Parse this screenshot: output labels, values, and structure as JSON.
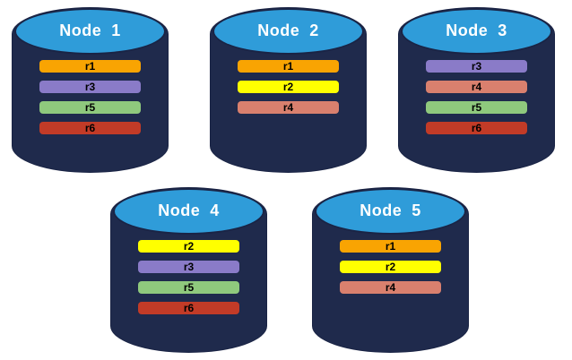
{
  "diagram": {
    "description": "Five database node cylinders showing replica placement"
  },
  "nodes": [
    {
      "label": "Node  1",
      "replicas": [
        "r1",
        "r3",
        "r5",
        "r6"
      ]
    },
    {
      "label": "Node  2",
      "replicas": [
        "r1",
        "r2",
        "r4"
      ]
    },
    {
      "label": "Node  3",
      "replicas": [
        "r3",
        "r4",
        "r5",
        "r6"
      ]
    },
    {
      "label": "Node  4",
      "replicas": [
        "r2",
        "r3",
        "r5",
        "r6"
      ]
    },
    {
      "label": "Node  5",
      "replicas": [
        "r1",
        "r2",
        "r4"
      ]
    }
  ],
  "replica_colors": {
    "r1": "#F9A402",
    "r2": "#FFFF00",
    "r3": "#8A7BC8",
    "r4": "#D9806E",
    "r5": "#8FC97D",
    "r6": "#C23B27"
  },
  "colors": {
    "background": "#FFFFFF",
    "cylinder_body": "#1F2A4C",
    "cylinder_top": "#2F9CD9",
    "cylinder_outline": "#1A2445",
    "node_label_text": "#FFFFFF",
    "replica_label_text": "#000000"
  }
}
